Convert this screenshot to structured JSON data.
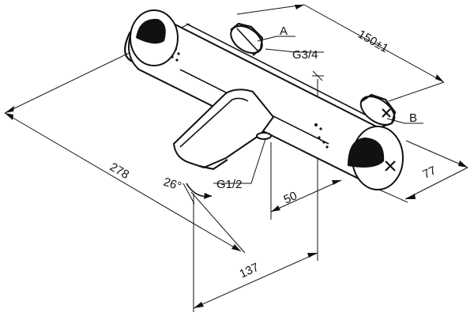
{
  "labels": {
    "connection_a": "A",
    "connection_b": "B",
    "thread_inlet": "G3/4",
    "thread_outlet": "G1/2",
    "spout_angle": "26°"
  },
  "dimensions": {
    "inlet_spacing": "150±1",
    "overall_length": "278",
    "depth": "77",
    "spout_reach": "137",
    "outlet_offset": "50"
  }
}
